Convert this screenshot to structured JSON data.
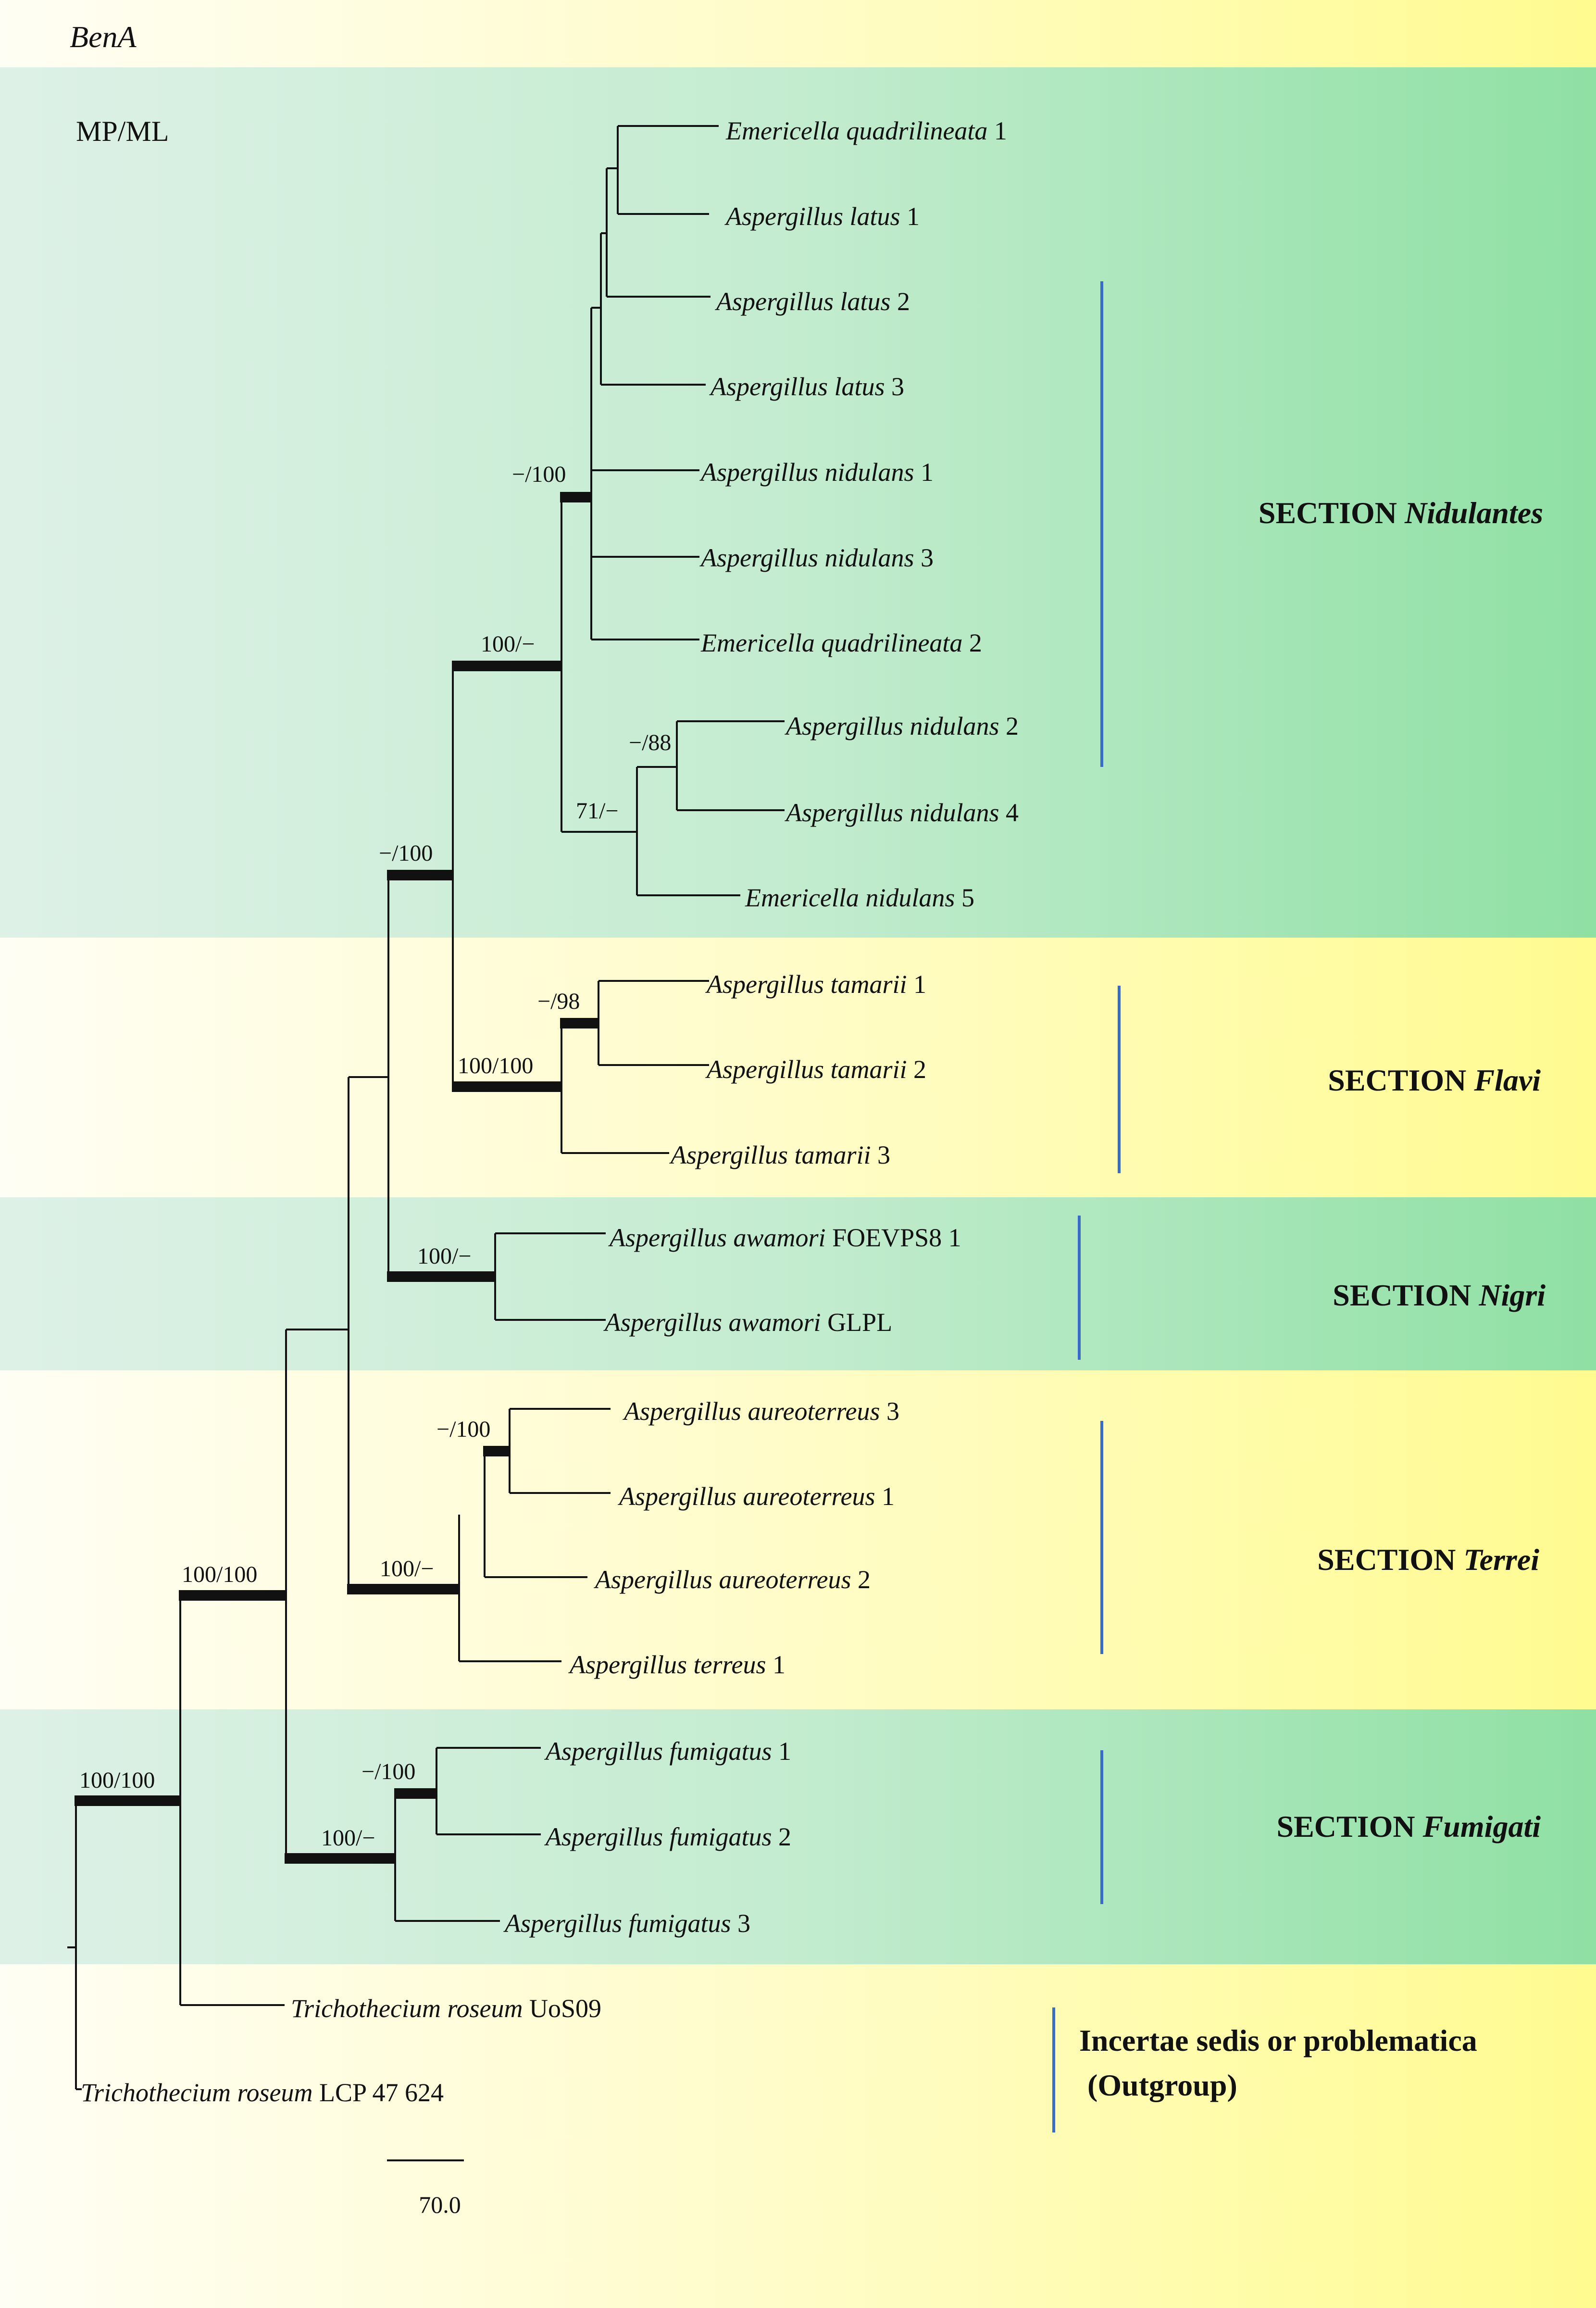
{
  "header": {
    "gene": "BenA",
    "method": "MP/ML"
  },
  "colors": {
    "yellow": "#fffb90",
    "green": "#8fe0a4",
    "pale": "#f6fbf1",
    "bar": "#3a6bc8"
  },
  "leaves": [
    {
      "genus": "Emericella",
      "species": "quadrilineata",
      "suffix": "1"
    },
    {
      "genus": "Aspergillus",
      "species": "latus",
      "suffix": "1"
    },
    {
      "genus": "Aspergillus",
      "species": "latus",
      "suffix": "2"
    },
    {
      "genus": "Aspergillus",
      "species": "latus",
      "suffix": "3"
    },
    {
      "genus": "Aspergillus",
      "species": "nidulans",
      "suffix": "1"
    },
    {
      "genus": "Aspergillus",
      "species": "nidulans",
      "suffix": "3"
    },
    {
      "genus": "Emericella",
      "species": "quadrilineata",
      "suffix": "2"
    },
    {
      "genus": "Aspergillus",
      "species": "nidulans",
      "suffix": "2"
    },
    {
      "genus": "Aspergillus",
      "species": "nidulans",
      "suffix": "4"
    },
    {
      "genus": "Emericella",
      "species": "nidulans",
      "suffix": "5"
    },
    {
      "genus": "Aspergillus",
      "species": "tamarii",
      "suffix": "1"
    },
    {
      "genus": "Aspergillus",
      "species": "tamarii",
      "suffix": "2"
    },
    {
      "genus": "Aspergillus",
      "species": "tamarii",
      "suffix": "3"
    },
    {
      "genus": "Aspergillus",
      "species": "awamori",
      "suffix": "FOEVPS8  1"
    },
    {
      "genus": "Aspergillus",
      "species": "awamori",
      "suffix": "GLPL"
    },
    {
      "genus": "Aspergillus",
      "species": "aureoterreus",
      "suffix": "3"
    },
    {
      "genus": "Aspergillus",
      "species": "aureoterreus",
      "suffix": "1"
    },
    {
      "genus": "Aspergillus",
      "species": "aureoterreus",
      "suffix": "2"
    },
    {
      "genus": "Aspergillus",
      "species": "terreus",
      "suffix": "1"
    },
    {
      "genus": "Aspergillus",
      "species": "fumigatus",
      "suffix": "1"
    },
    {
      "genus": "Aspergillus",
      "species": "fumigatus",
      "suffix": "2"
    },
    {
      "genus": "Aspergillus",
      "species": "fumigatus",
      "suffix": "3"
    },
    {
      "genus": "Trichothecium",
      "species": "roseum",
      "suffix": "UoS09"
    },
    {
      "genus": "Trichothecium",
      "species": "roseum",
      "suffix": "LCP  47  624"
    }
  ],
  "support": {
    "nid_main": "−/100",
    "nidulantes": "100/−",
    "nid_small": "−/88",
    "nid_71": "71/−",
    "top": "−/100",
    "tamarii_12": "−/98",
    "flavi": "100/100",
    "nigri": "100/−",
    "terrei_31": "−/100",
    "terrei": "100/−",
    "big": "100/100",
    "fumi_12": "−/100",
    "fumigati": "100/−",
    "root": "100/100"
  },
  "sections": [
    {
      "prefix": "SECTION ",
      "name": "Nidulantes"
    },
    {
      "prefix": "SECTION ",
      "name": "Flavi"
    },
    {
      "prefix": "SECTION ",
      "name": "Nigri"
    },
    {
      "prefix": "SECTION ",
      "name": "Terrei"
    },
    {
      "prefix": "SECTION ",
      "name": "Fumigati"
    }
  ],
  "outgroup": {
    "line1": "Incertae sedis or problematica",
    "line2": "(Outgroup)"
  },
  "scale": {
    "value": "70.0"
  }
}
